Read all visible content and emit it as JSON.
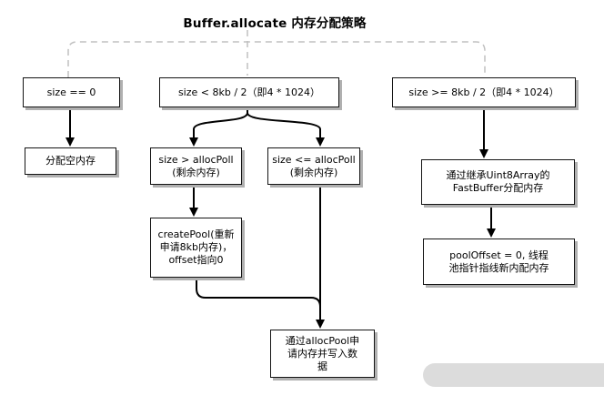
{
  "title": "Buffer.allocate 内存分配策略",
  "colors": {
    "background": "#ffffff",
    "box_fill": "#ffffff",
    "box_border": "#141414",
    "box_shadow": "#b0b0b0",
    "arrow": "#000000",
    "dashed_line": "#c0c0c0",
    "gray_bar": "#dcdcdc"
  },
  "nodes": {
    "cond_zero": {
      "lines": [
        "size == 0"
      ]
    },
    "cond_small": {
      "lines": [
        "size < 8kb / 2（即4 * 1024）"
      ]
    },
    "cond_large": {
      "lines": [
        "size >= 8kb / 2（即4 * 1024）"
      ]
    },
    "alloc_empty": {
      "lines": [
        "分配空内存"
      ]
    },
    "gt_allocpoll": {
      "lines": [
        "size > allocPoll",
        "(剩余内存)"
      ]
    },
    "le_allocpoll": {
      "lines": [
        "size <= allocPoll",
        "(剩余内存)"
      ]
    },
    "fastbuffer": {
      "lines": [
        "通过继承Uint8Array的",
        "FastBuffer分配内存"
      ]
    },
    "createpool": {
      "lines": [
        "createPool(重新",
        "申请8kb内存)，",
        "offset指向0"
      ]
    },
    "pooloffset": {
      "lines": [
        "poolOffset = 0, 线程",
        "池指针指线新内配内存"
      ]
    },
    "allocpool_write": {
      "lines": [
        "通过allocPool申",
        "请内存并写入数",
        "据"
      ]
    }
  },
  "edges": [
    {
      "from": "title",
      "to": "cond_zero / cond_small / cond_large",
      "style": "dashed"
    },
    {
      "from": "cond_zero",
      "to": "alloc_empty",
      "style": "arrow"
    },
    {
      "from": "cond_small",
      "to": "gt_allocpoll",
      "style": "arrow"
    },
    {
      "from": "cond_small",
      "to": "le_allocpoll",
      "style": "arrow"
    },
    {
      "from": "cond_large",
      "to": "fastbuffer",
      "style": "arrow"
    },
    {
      "from": "gt_allocpoll",
      "to": "createpool",
      "style": "arrow"
    },
    {
      "from": "createpool",
      "to": "allocpool_write",
      "style": "merge-line"
    },
    {
      "from": "le_allocpoll",
      "to": "allocpool_write",
      "style": "arrow"
    },
    {
      "from": "fastbuffer",
      "to": "pooloffset",
      "style": "arrow"
    }
  ]
}
